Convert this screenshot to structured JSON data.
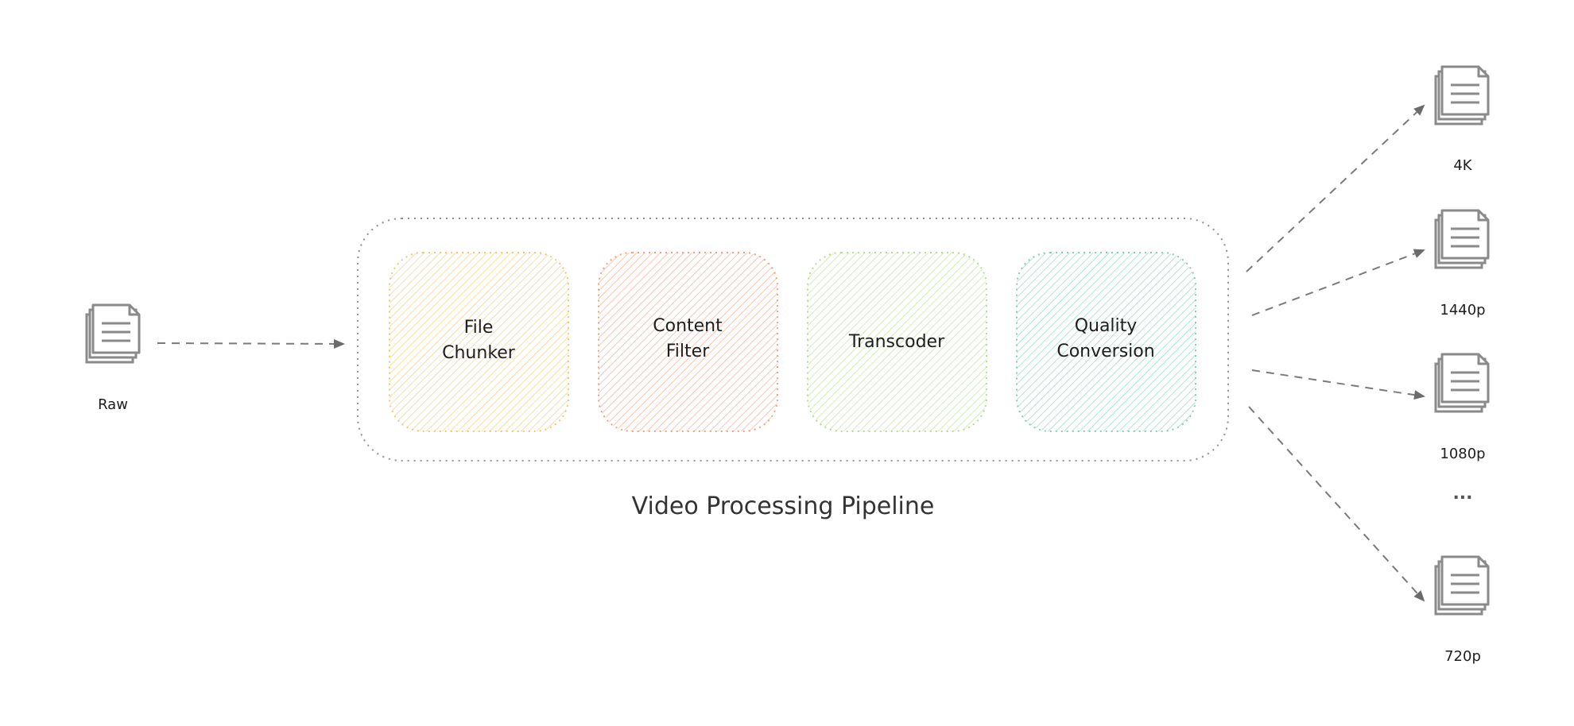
{
  "diagram": {
    "pipeline_title": "Video Processing Pipeline",
    "input": {
      "label": "Raw",
      "icon": "document-stack-icon"
    },
    "stages": [
      {
        "lines": [
          "File",
          "Chunker"
        ],
        "color": "#f7c66b"
      },
      {
        "lines": [
          "Content",
          "Filter"
        ],
        "color": "#f4a07c"
      },
      {
        "lines": [
          "Transcoder"
        ],
        "color": "#b7dc8f"
      },
      {
        "lines": [
          "Quality",
          "Conversion"
        ],
        "color": "#7fd1b9"
      }
    ],
    "outputs": [
      {
        "label": "4K",
        "icon": "document-stack-icon"
      },
      {
        "label": "1440p",
        "icon": "document-stack-icon"
      },
      {
        "label": "1080p",
        "icon": "document-stack-icon"
      },
      {
        "label": "720p",
        "icon": "document-stack-icon"
      }
    ],
    "ellipsis": "...",
    "colors": {
      "stroke": "#7a7a7a",
      "icon": "#8a8a8a",
      "text": "#1e1e1e"
    }
  }
}
